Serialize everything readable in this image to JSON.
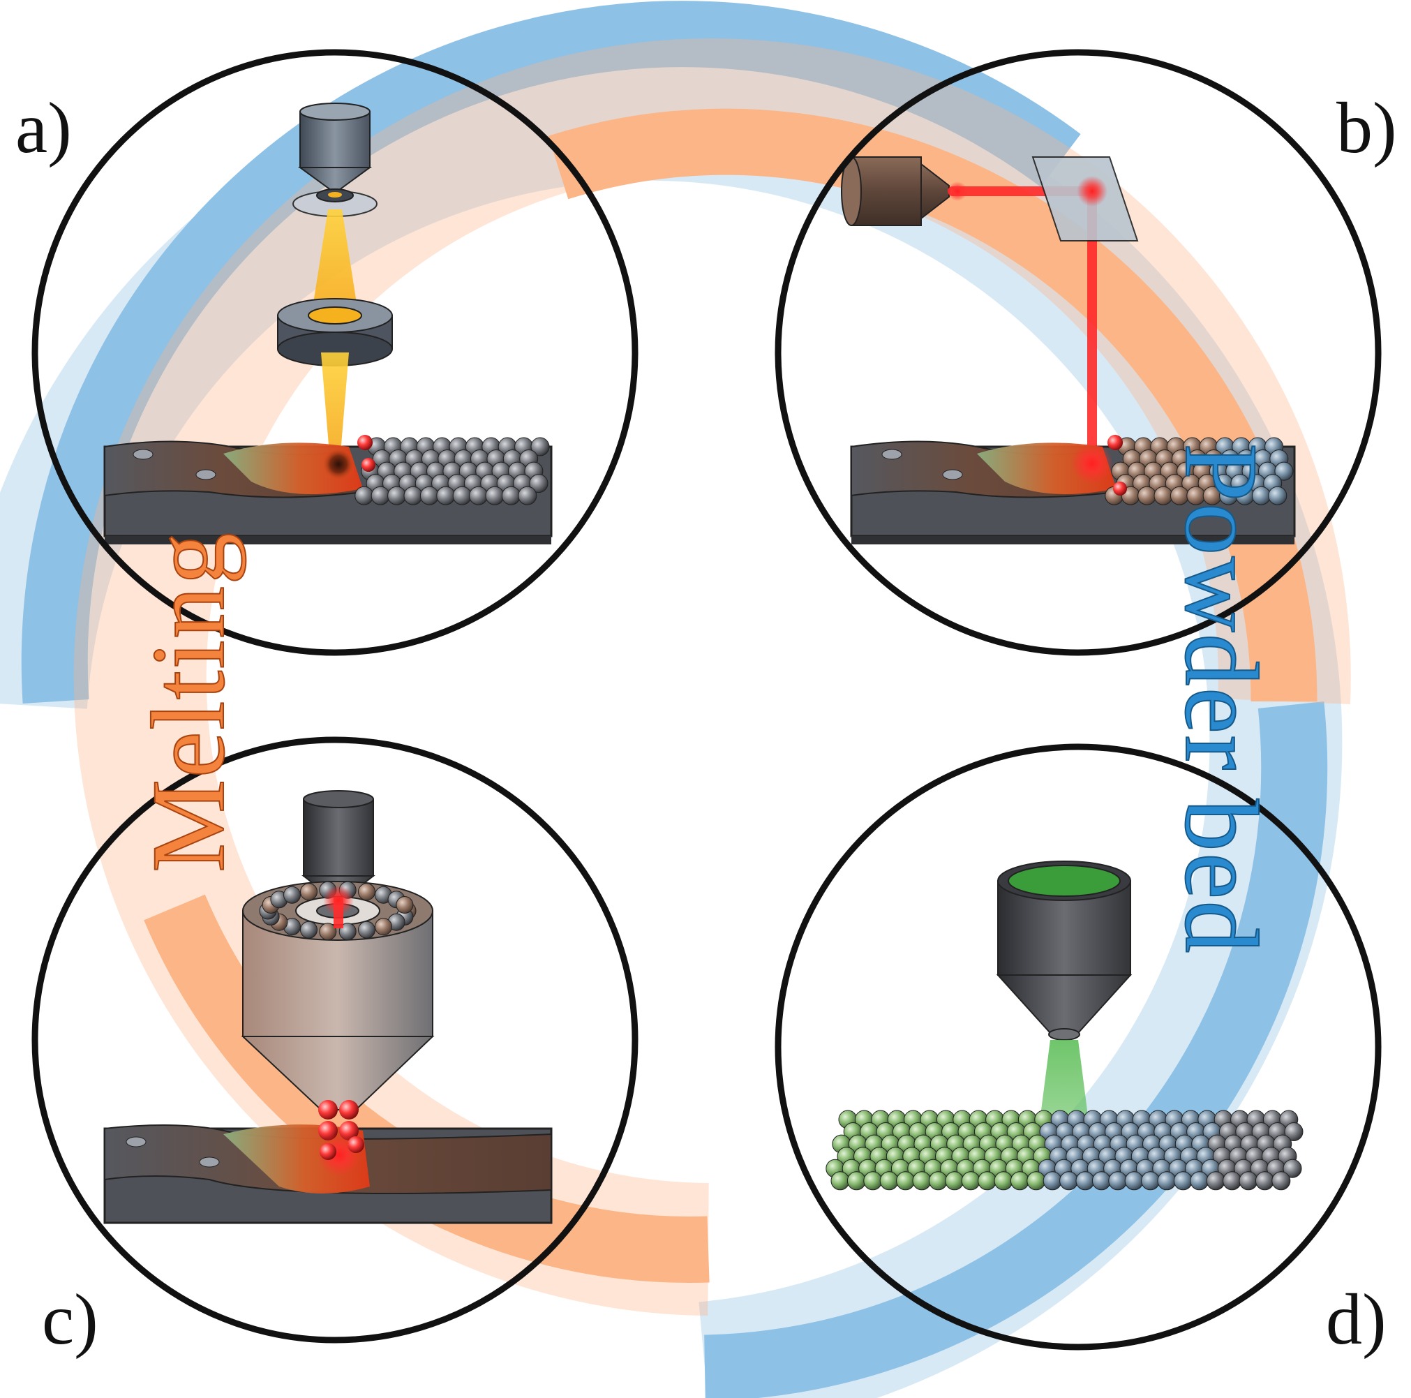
{
  "panels": {
    "a": {
      "label": "a)"
    },
    "b": {
      "label": "b)"
    },
    "c": {
      "label": "c)"
    },
    "d": {
      "label": "d)"
    }
  },
  "arcs": {
    "melting": {
      "label": "Melting",
      "color": "#f4833d",
      "band_color": "#fbb586"
    },
    "powder_bed": {
      "label": "Powder bed",
      "color": "#1f7fc2",
      "band_color": "#8ec1e6"
    }
  },
  "colors": {
    "circle_outline": "#111111",
    "substrate_dark": "#4a4c52",
    "substrate_brown": "#6e4a3a",
    "melt_pool": "#e0401e",
    "solidified_green": "#7aa37a",
    "electron_beam": "#f5b21e",
    "laser_red": "#ff1e1e",
    "laser_green": "#5fbf5a",
    "powder_grey": "#8a8d92",
    "powder_brown": "#a0826e",
    "powder_blue": "#7a93a8",
    "powder_green": "#86b86f"
  },
  "icons": {
    "electron_gun": "electron-gun-icon",
    "laser_source": "laser-source-icon",
    "mirror": "scan-mirror-icon",
    "coaxial_nozzle": "powder-nozzle-icon",
    "green_laser": "green-laser-icon"
  }
}
